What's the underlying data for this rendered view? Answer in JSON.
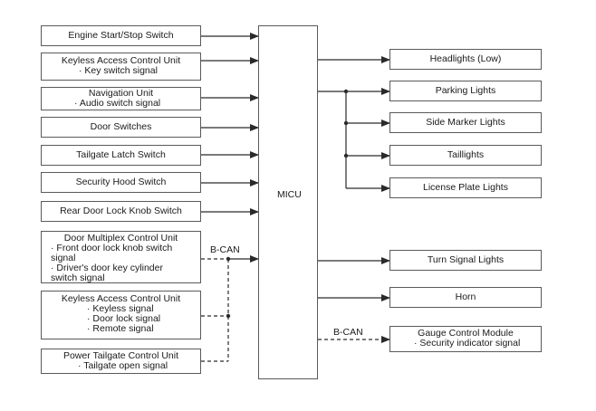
{
  "micu": {
    "label": "MICU"
  },
  "inputs": {
    "engine": {
      "title": "Engine Start/Stop Switch"
    },
    "keyless1": {
      "title": "Keyless Access Control Unit",
      "signal": "· Key switch signal"
    },
    "nav": {
      "title": "Navigation Unit",
      "signal": "· Audio switch signal"
    },
    "door_switches": {
      "title": "Door Switches"
    },
    "tailgate_latch": {
      "title": "Tailgate Latch Switch"
    },
    "hood": {
      "title": "Security Hood Switch"
    },
    "rear_knob": {
      "title": "Rear Door Lock Knob Switch"
    },
    "door_mpx": {
      "title": "Door Multiplex Control Unit",
      "sig1a": "· Front door lock knob switch",
      "sig1b": "signal",
      "sig2a": "· Driver's door key cylinder",
      "sig2b": "switch signal"
    },
    "keyless2": {
      "title": "Keyless Access Control Unit",
      "sig1": "· Keyless signal",
      "sig2": "· Door lock signal",
      "sig3": "· Remote signal"
    },
    "power_tailgate": {
      "title": "Power Tailgate Control Unit",
      "signal": "· Tailgate open signal"
    }
  },
  "outputs": {
    "headlights": "Headlights (Low)",
    "parking": "Parking Lights",
    "side_marker": "Side Marker Lights",
    "taillights": "Taillights",
    "license": "License Plate Lights",
    "turn": "Turn Signal Lights",
    "horn": "Horn",
    "gauge": {
      "title": "Gauge Control Module",
      "signal": "· Security indicator signal"
    }
  },
  "bus": {
    "left": "B-CAN",
    "right": "B-CAN"
  },
  "colors": {
    "line": "#2a2a2a",
    "border": "#5a5a5a"
  }
}
